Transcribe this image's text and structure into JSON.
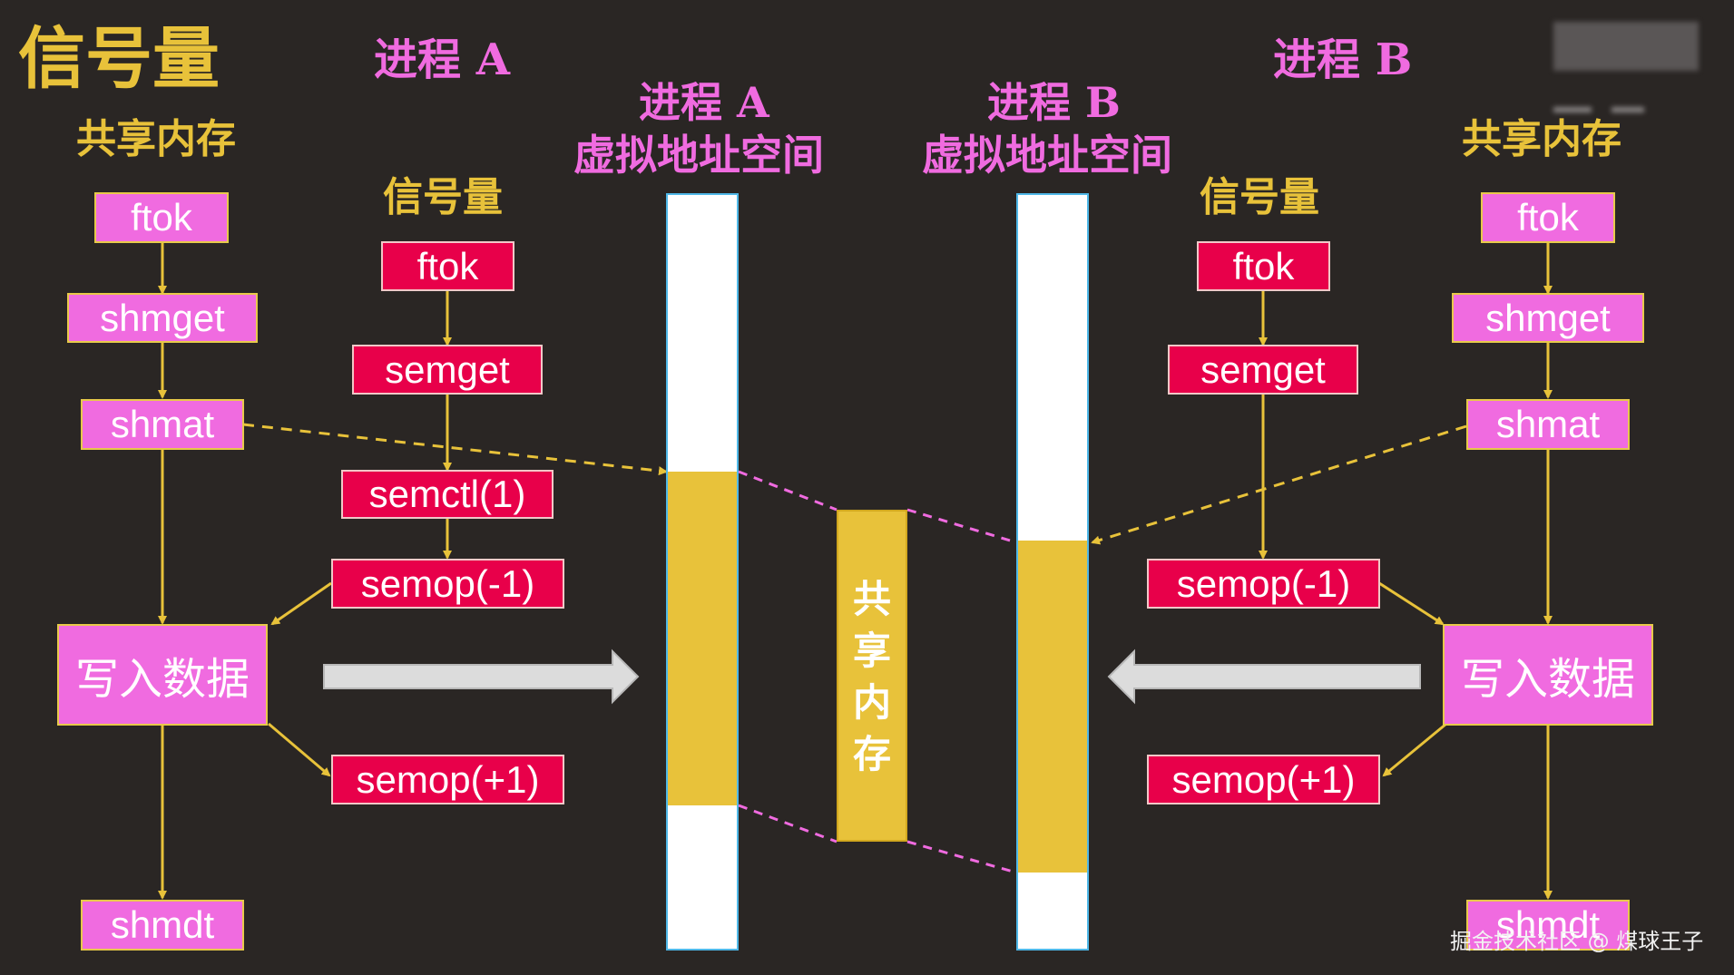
{
  "titles": {
    "main": "信号量",
    "left_header": "进程 A",
    "right_header": "进程 B",
    "va_a": [
      "进程 A",
      "虚拟地址空间"
    ],
    "va_b": [
      "进程 B",
      "虚拟地址空间"
    ]
  },
  "left_shm": {
    "label": "共享内存",
    "ftok": "ftok",
    "shmget": "shmget",
    "shmat": "shmat",
    "write": "写入数据",
    "shmdt": "shmdt"
  },
  "left_sem": {
    "label": "信号量",
    "ftok": "ftok",
    "semget": "semget",
    "semctl": "semctl(1)",
    "semop_minus": "semop(-1)",
    "semop_plus": "semop(+1)"
  },
  "right_sem": {
    "label": "信号量",
    "ftok": "ftok",
    "semget": "semget",
    "semop_minus": "semop(-1)",
    "semop_plus": "semop(+1)"
  },
  "right_shm": {
    "label": "共享内存",
    "ftok": "ftok",
    "shmget": "shmget",
    "shmat": "shmat",
    "write": "写入数据",
    "shmdt": "shmdt"
  },
  "shared_memory_label": [
    "共",
    "享",
    "内",
    "存"
  ],
  "watermark": "掘金技术社区 @ 煤球王子",
  "colors": {
    "background": "#2a2624",
    "title_gold": "#e8c23a",
    "header_pink": "#f06be0",
    "box_pink": "#f06be0",
    "box_red": "#e8004a",
    "mem_gold": "#e8c23a",
    "arrow_gray": "#dcdcdc"
  }
}
